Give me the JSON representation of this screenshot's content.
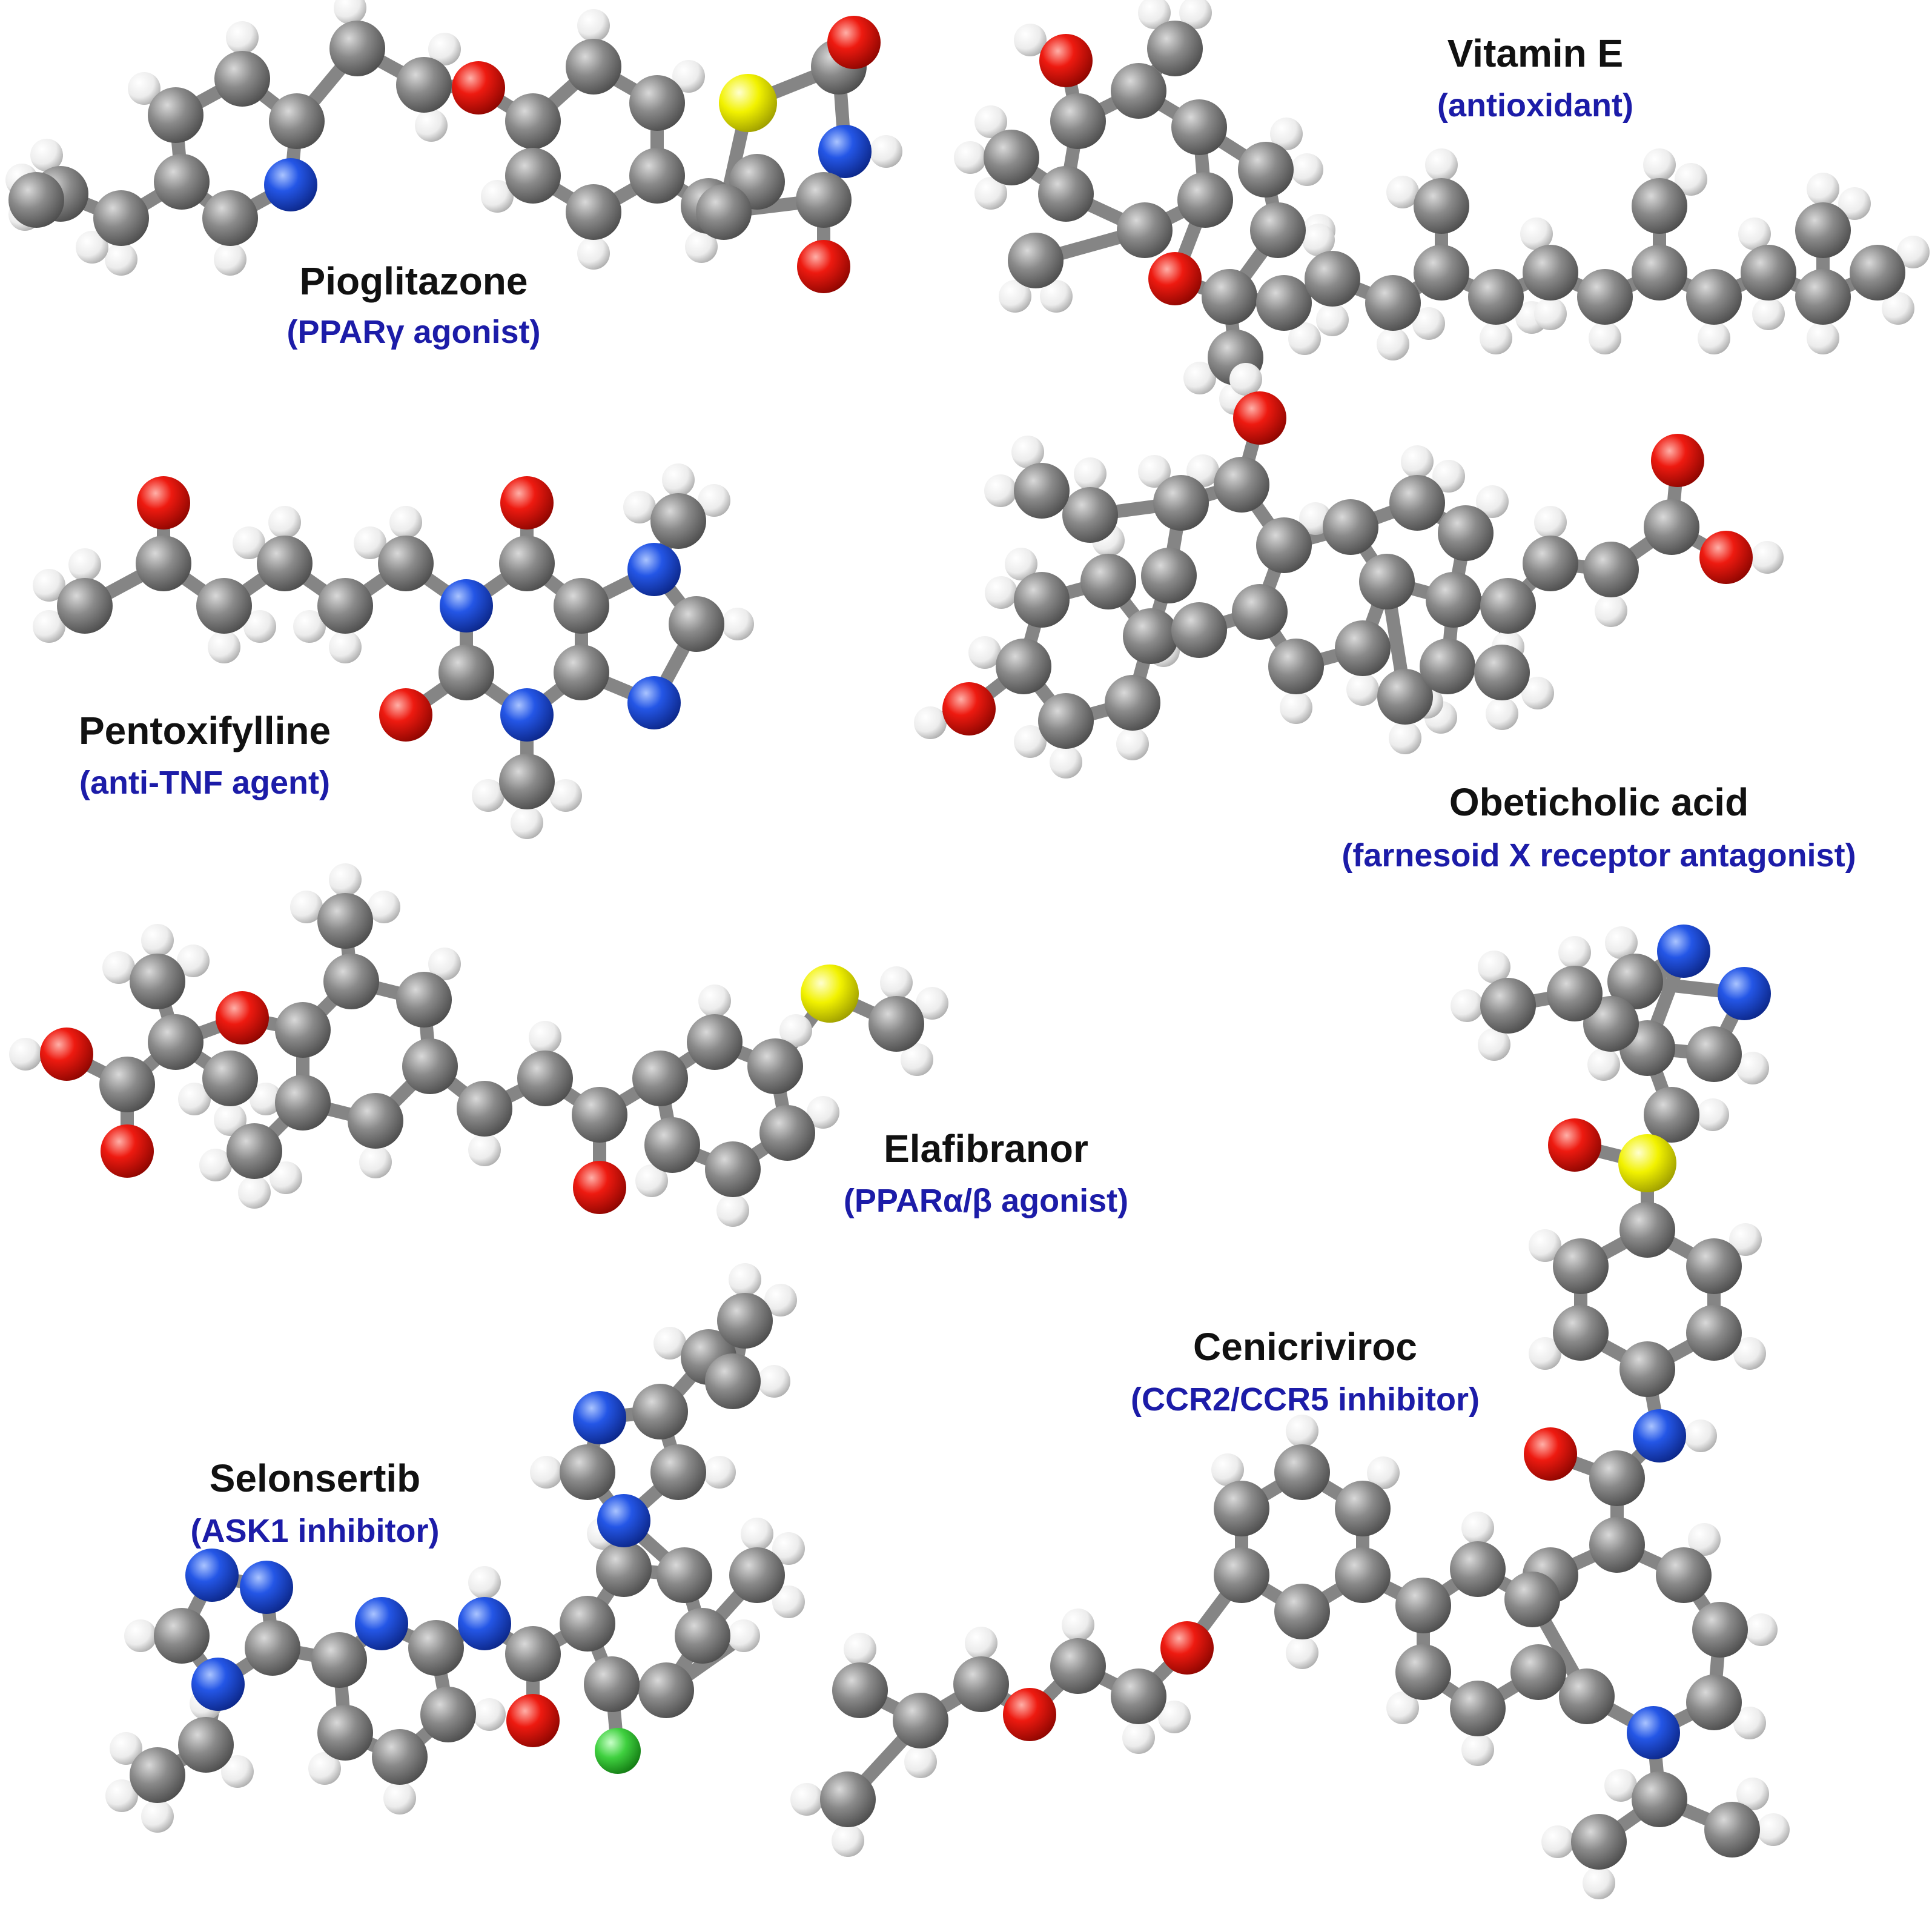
{
  "colors": {
    "carbon": "#7f7f7f",
    "hydrogen": "#f2f2f2",
    "oxygen": "#e8160f",
    "nitrogen": "#1f4fe0",
    "sulfur": "#f0f000",
    "fluorine": "#3ccd3c",
    "bond": "#858585",
    "name_text": "#111111",
    "role_text": "#1c1ca8"
  },
  "molecules": [
    {
      "name": "Pioglitazone",
      "role": "(PPARγ agonist)"
    },
    {
      "name": "Vitamin E",
      "role": "(antioxidant)"
    },
    {
      "name": "Pentoxifylline",
      "role": "(anti-TNF agent)"
    },
    {
      "name": "Obeticholic acid",
      "role": "(farnesoid X receptor antagonist)"
    },
    {
      "name": "Elafibranor",
      "role": "(PPARα/β agonist)"
    },
    {
      "name": "Cenicriviroc",
      "role": "(CCR2/CCR5 inhibitor)"
    },
    {
      "name": "Selonsertib",
      "role": "(ASK1 inhibitor)"
    }
  ]
}
